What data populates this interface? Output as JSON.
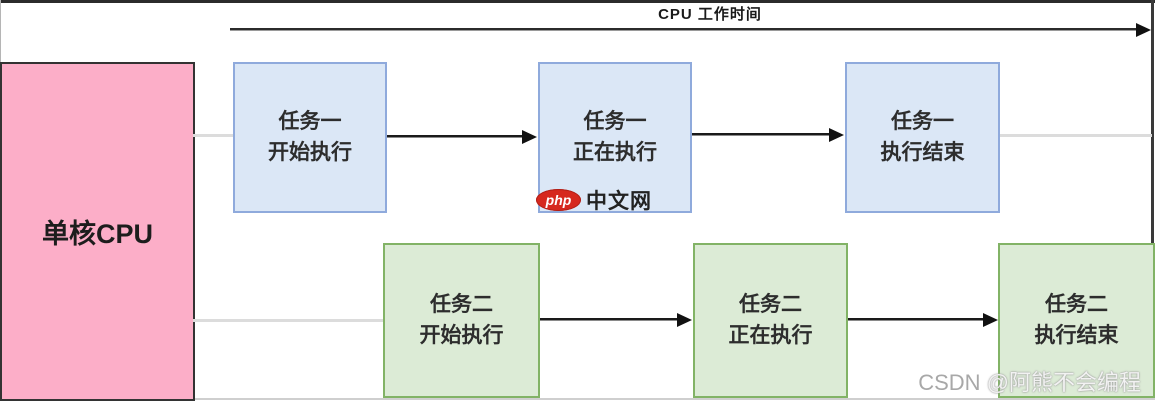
{
  "header": {
    "timeline_label": "CPU 工作时间"
  },
  "cpu": {
    "label": "单核CPU"
  },
  "rows": [
    {
      "name": "task1",
      "boxes": [
        {
          "line1": "任务一",
          "line2": "开始执行"
        },
        {
          "line1": "任务一",
          "line2": "正在执行"
        },
        {
          "line1": "任务一",
          "line2": "执行结束"
        }
      ]
    },
    {
      "name": "task2",
      "boxes": [
        {
          "line1": "任务二",
          "line2": "开始执行"
        },
        {
          "line1": "任务二",
          "line2": "正在执行"
        },
        {
          "line1": "任务二",
          "line2": "执行结束"
        }
      ]
    }
  ],
  "watermarks": {
    "php": {
      "logo": "php",
      "site": "中文网"
    },
    "csdn": {
      "prefix": "CSDN",
      "handle": "@阿熊不会编程"
    }
  },
  "colors": {
    "cpu_box_fill": "#FCAEC8",
    "cpu_box_border": "#333333",
    "task1_fill": "#DBE7F6",
    "task1_border": "#8FAADC",
    "task2_fill": "#DCEBD6",
    "task2_border": "#82B366",
    "flow_arrow": "#1A1A1A",
    "connector_line": "#DCDCDC",
    "php_logo_red": "#D6281E"
  }
}
